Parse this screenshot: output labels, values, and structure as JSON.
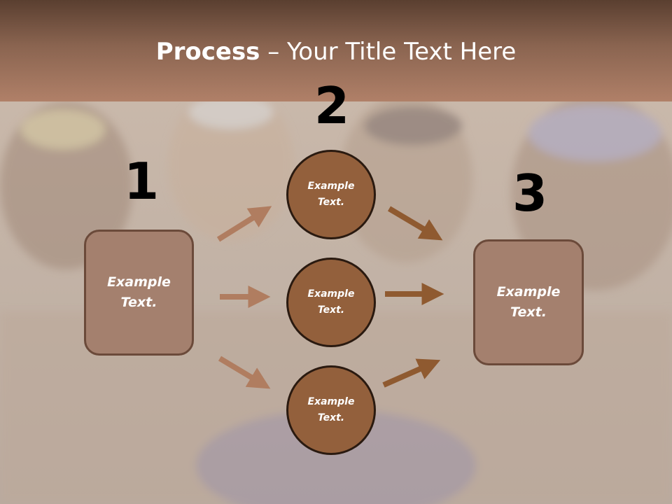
{
  "title": {
    "bold": "Process",
    "rest": " – Your Title Text Here"
  },
  "steps": [
    {
      "number": "1",
      "text": "Example\nText."
    },
    {
      "number": "2",
      "text": "Example\nText."
    },
    {
      "number": "3",
      "text": "Example\nText."
    }
  ],
  "circles": [
    {
      "text": "Example\nText."
    },
    {
      "text": "Example\nText."
    },
    {
      "text": "Example\nText."
    }
  ],
  "colors": {
    "box_fill": "#a4806e",
    "circle_fill": "#93603c",
    "arrow_light": "#b07d60",
    "arrow_dark": "#8f5a30"
  }
}
